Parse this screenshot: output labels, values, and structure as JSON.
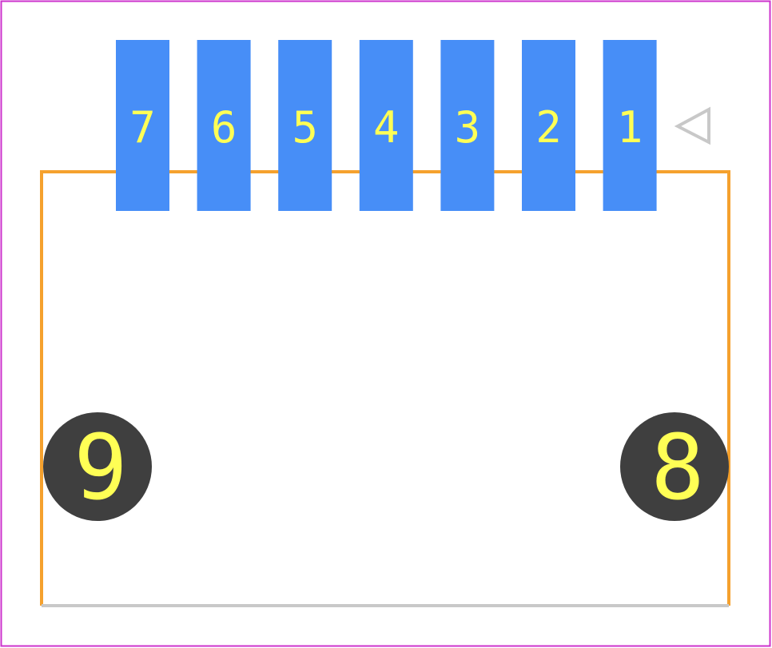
{
  "colors": {
    "background": "#ffffff",
    "board_border": "#cc33cc",
    "outline": "#f5a12e",
    "outline_bottom": "#c8c8c8",
    "pad": "#478ef7",
    "hole": "#3f3f3f",
    "label": "#ffff55",
    "pin1_marker": "#c8c8c8"
  },
  "pads": [
    {
      "id": "7",
      "label": "7"
    },
    {
      "id": "6",
      "label": "6"
    },
    {
      "id": "5",
      "label": "5"
    },
    {
      "id": "4",
      "label": "4"
    },
    {
      "id": "3",
      "label": "3"
    },
    {
      "id": "2",
      "label": "2"
    },
    {
      "id": "1",
      "label": "1"
    }
  ],
  "holes": [
    {
      "id": "9",
      "label": "9"
    },
    {
      "id": "8",
      "label": "8"
    }
  ],
  "pin1_marker": {
    "icon": "triangle-left-icon"
  }
}
